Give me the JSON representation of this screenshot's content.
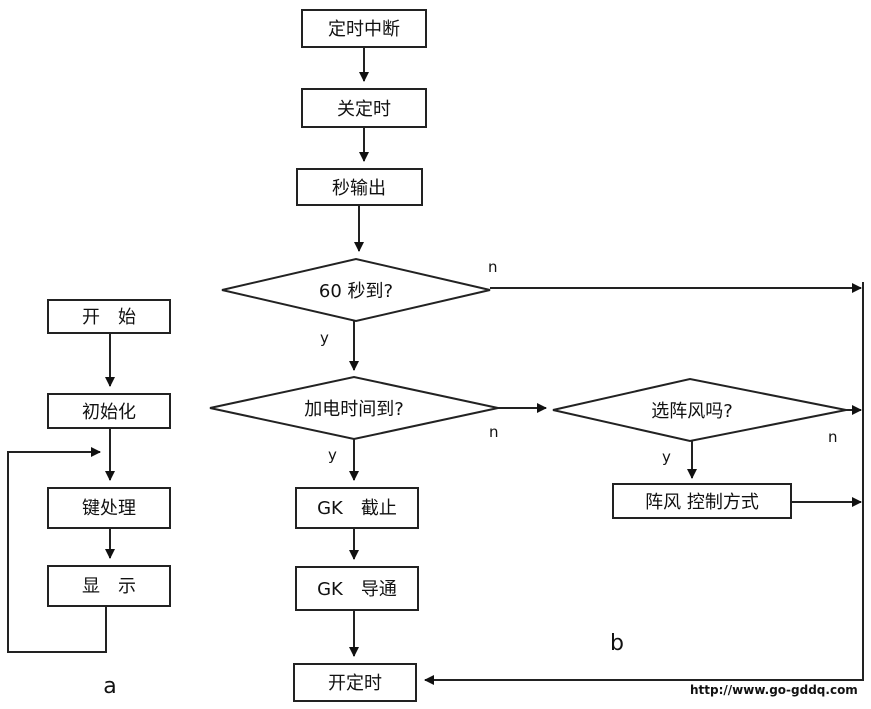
{
  "flow_a": {
    "label": "a",
    "nodes": {
      "start": "开　始",
      "init": "初始化",
      "key": "键处理",
      "display": "显　示"
    }
  },
  "flow_b": {
    "label": "b",
    "nodes": {
      "timer_interrupt": "定时中断",
      "timer_off": "关定时",
      "second_output": "秒输出",
      "sixty_sec": "60 秒到?",
      "power_time": "加电时间到?",
      "gk_off": "GK　截止",
      "gk_on": "GK　导通",
      "timer_on": "开定时",
      "select_wind": "选阵风吗?",
      "wind_control": "阵风 控制方式"
    },
    "labels": {
      "yes": "y",
      "no": "n"
    }
  },
  "watermark": "http://www.go-gddq.com"
}
